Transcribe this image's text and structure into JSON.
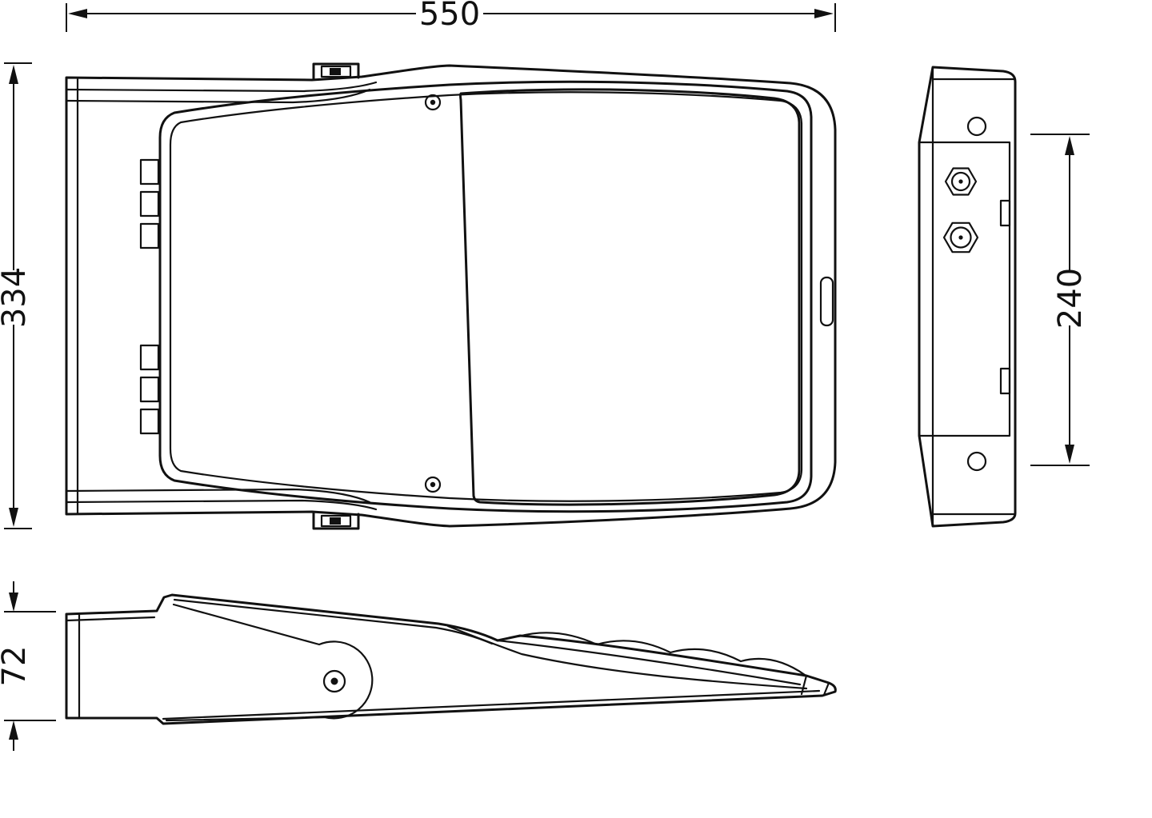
{
  "colors": {
    "line": "#111111",
    "background": "#ffffff"
  },
  "drawing_type": "technical-dimension-drawing",
  "dimensions": {
    "width": "550",
    "height": "334",
    "depth": "240",
    "profile_height": "72"
  }
}
